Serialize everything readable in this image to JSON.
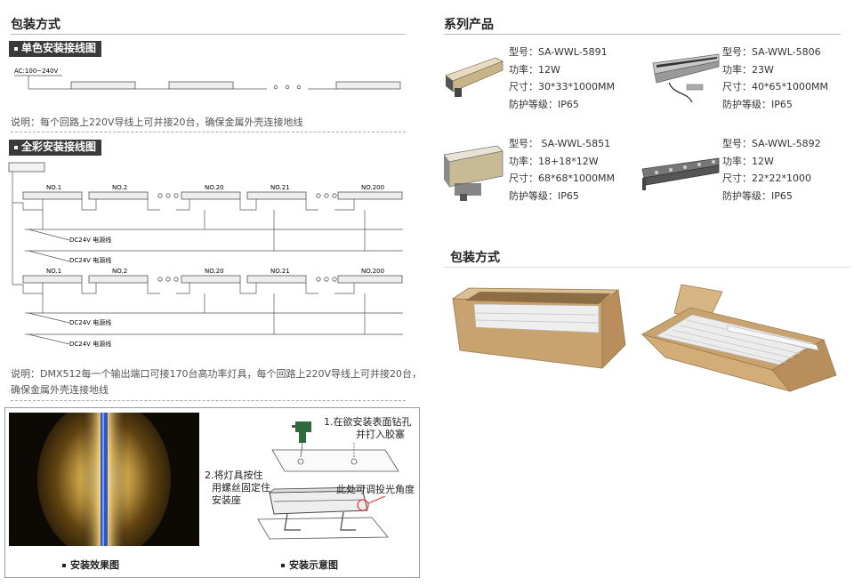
{
  "left": {
    "title": "包装方式",
    "mono": {
      "tag": "单色安装接线图",
      "ac_label": "AC:100~240V",
      "note": "说明：每个回路上220V导线上可并接20台，确保金属外壳连接地线"
    },
    "full": {
      "tag": "全彩安装接线图",
      "fixtures": [
        "NO.1",
        "NO.2",
        "NO.20",
        "NO.21",
        "NO.200"
      ],
      "power_label": "DC24V 电源线",
      "note_line1": "说明：DMX512每一个输出端口可接170台高功率灯具，每个回路上220V导线上可并接20台，",
      "note_line2": "确保金属外壳连接地线"
    },
    "install": {
      "step1_line1": "1.在欲安装表面钻孔",
      "step1_line2": "并打入胶塞",
      "step2_line1": "2.将灯具按住",
      "step2_line2": "用螺丝固定住",
      "step2_line3": "安装座",
      "angle_note": "此处可调投光角度",
      "caption_effect": "安装效果图",
      "caption_diagram": "安装示意图"
    }
  },
  "right": {
    "title": "系列产品",
    "products": [
      {
        "model": "型号：SA-WWL-5891",
        "power": "功率：12W",
        "size": "尺寸：30*33*1000MM",
        "ip": "防护等级：IP65"
      },
      {
        "model": "型号：SA-WWL-5806",
        "power": "功率：23W",
        "size": "尺寸：40*65*1000MM",
        "ip": "防护等级：IP65"
      },
      {
        "model": "型号： SA-WWL-5851",
        "power": "功率：18+18*12W",
        "size": "尺寸：68*68*1000MM",
        "ip": "防护等级：IP65"
      },
      {
        "model": "型号：SA-WWL-5892",
        "power": "功率：12W",
        "size": "尺寸：22*22*1000",
        "ip": "防护等级：IP65"
      }
    ],
    "pack_title": "包装方式"
  },
  "colors": {
    "tag_bg": "#3a3a3a",
    "cardboard": "#c9a36f",
    "glow": "#f3c65a"
  }
}
